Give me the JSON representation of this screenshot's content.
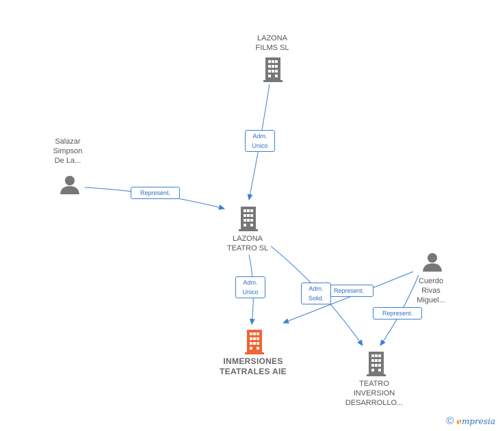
{
  "nodes": {
    "lazona_films": {
      "label": "LAZONA\nFILMS SL",
      "type": "company"
    },
    "salazar": {
      "label": "Salazar\nSimpson\nDe La...",
      "type": "person"
    },
    "lazona_teatro": {
      "label": "LAZONA\nTEATRO  SL",
      "type": "company"
    },
    "inmersiones": {
      "label": "INMERSIONES\nTEATRALES AIE",
      "type": "company-main"
    },
    "teatro_inversion": {
      "label": "TEATRO\nINVERSION\nDESARROLLO...",
      "type": "company"
    },
    "cuerdo": {
      "label": "Cuerdo\nRivas\nMiguel...",
      "type": "person"
    }
  },
  "edges": {
    "films_to_teatro": {
      "label": "Adm.\nUnico"
    },
    "salazar_to_teatro": {
      "label": "Represent."
    },
    "teatro_to_inmersiones": {
      "label": "Adm.\nUnico"
    },
    "teatro_to_inversion": {
      "label": "Adm.\nSolid."
    },
    "cuerdo_to_inmersiones": {
      "label": "Represent."
    },
    "cuerdo_to_inversion": {
      "label": "Represent."
    }
  },
  "colors": {
    "edge": "#3d7fd1",
    "company_icon": "#777777",
    "main_icon": "#f26430",
    "person_icon": "#777777"
  },
  "footer": {
    "copyright": "©",
    "brand_first": "e",
    "brand_rest": "mpresia"
  }
}
